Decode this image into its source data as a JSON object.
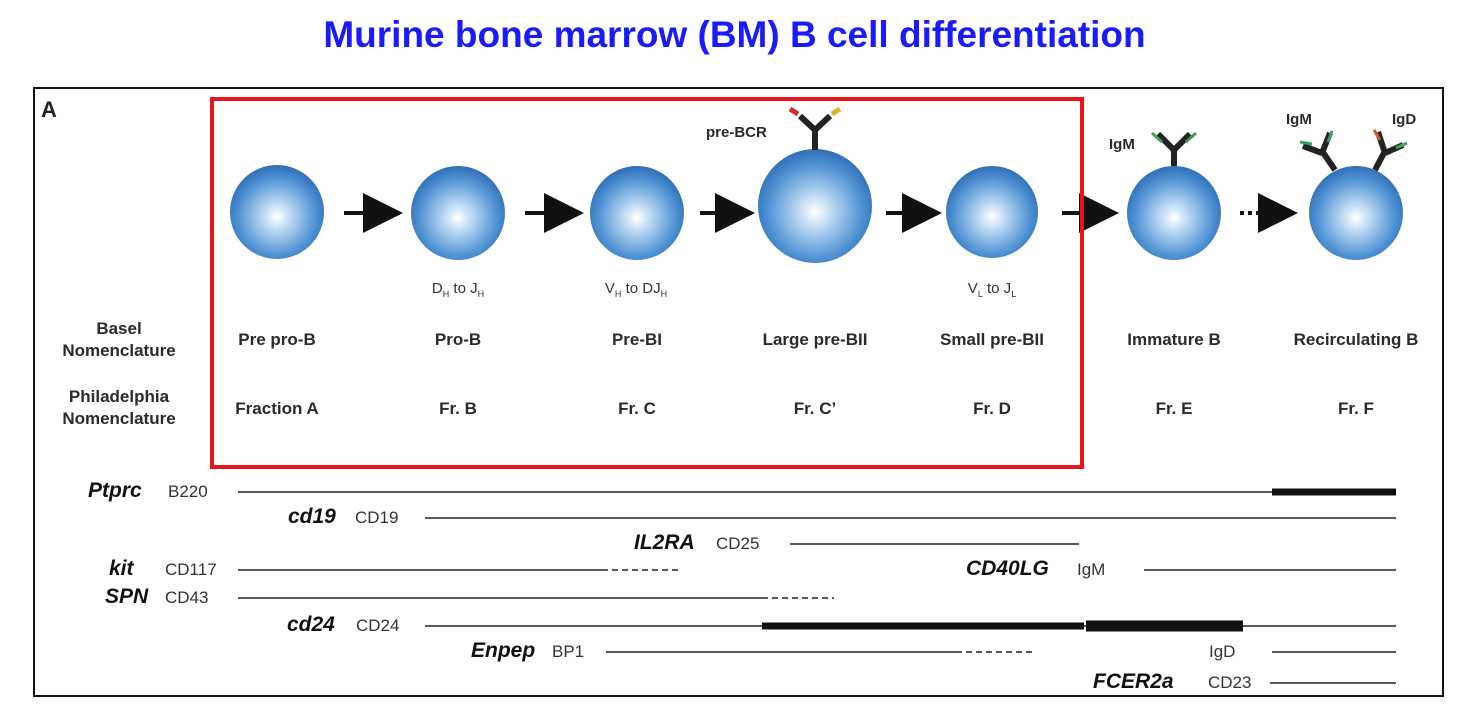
{
  "title": "Murine bone marrow (BM) B cell differentiation",
  "panel_letter": "A",
  "row_headers": {
    "basel": [
      "Basel",
      "Nomenclature"
    ],
    "philadelphia": [
      "Philadelphia",
      "Nomenclature"
    ]
  },
  "stages": [
    {
      "basel": "Pre pro-B",
      "philadelphia": "Fraction A"
    },
    {
      "basel": "Pro-B",
      "philadelphia": "Fr. B"
    },
    {
      "basel": "Pre-BI",
      "philadelphia": "Fr. C"
    },
    {
      "basel": "Large pre-BII",
      "philadelphia": "Fr. C’"
    },
    {
      "basel": "Small pre-BII",
      "philadelphia": "Fr. D"
    },
    {
      "basel": "Immature B",
      "philadelphia": "Fr. E"
    },
    {
      "basel": "Recirculating B",
      "philadelphia": "Fr. F"
    }
  ],
  "rearrangements": [
    {
      "a": "D",
      "a_sub": "H",
      "mid": " to J",
      "b_sub": "H"
    },
    {
      "a": "V",
      "a_sub": "H",
      "mid": " to DJ",
      "b_sub": "H"
    },
    {
      "a": "V",
      "a_sub": "L",
      "mid": " to J",
      "b_sub": "L"
    }
  ],
  "antibody_labels": {
    "pre_bcr": "pre-BCR",
    "igm_immature": "IgM",
    "igm_recirc": "IgM",
    "igd_recirc": "IgD"
  },
  "markers": [
    {
      "gene": "Ptprc",
      "protein": "B220"
    },
    {
      "gene": "cd19",
      "protein": "CD19"
    },
    {
      "gene": "IL2RA",
      "protein": "CD25"
    },
    {
      "gene": "kit",
      "protein": "CD117"
    },
    {
      "gene": "CD40LG",
      "protein": "IgM"
    },
    {
      "gene": "SPN",
      "protein": "CD43"
    },
    {
      "gene": "cd24",
      "protein": "CD24"
    },
    {
      "gene": "Enpep",
      "protein": "BP1"
    },
    {
      "gene": "",
      "protein": "IgD"
    },
    {
      "gene": "FCER2a",
      "protein": "CD23"
    }
  ],
  "colors": {
    "title": "#1a1aff",
    "highlight_box": "#e8161b",
    "cell": "#3a7dc4"
  }
}
